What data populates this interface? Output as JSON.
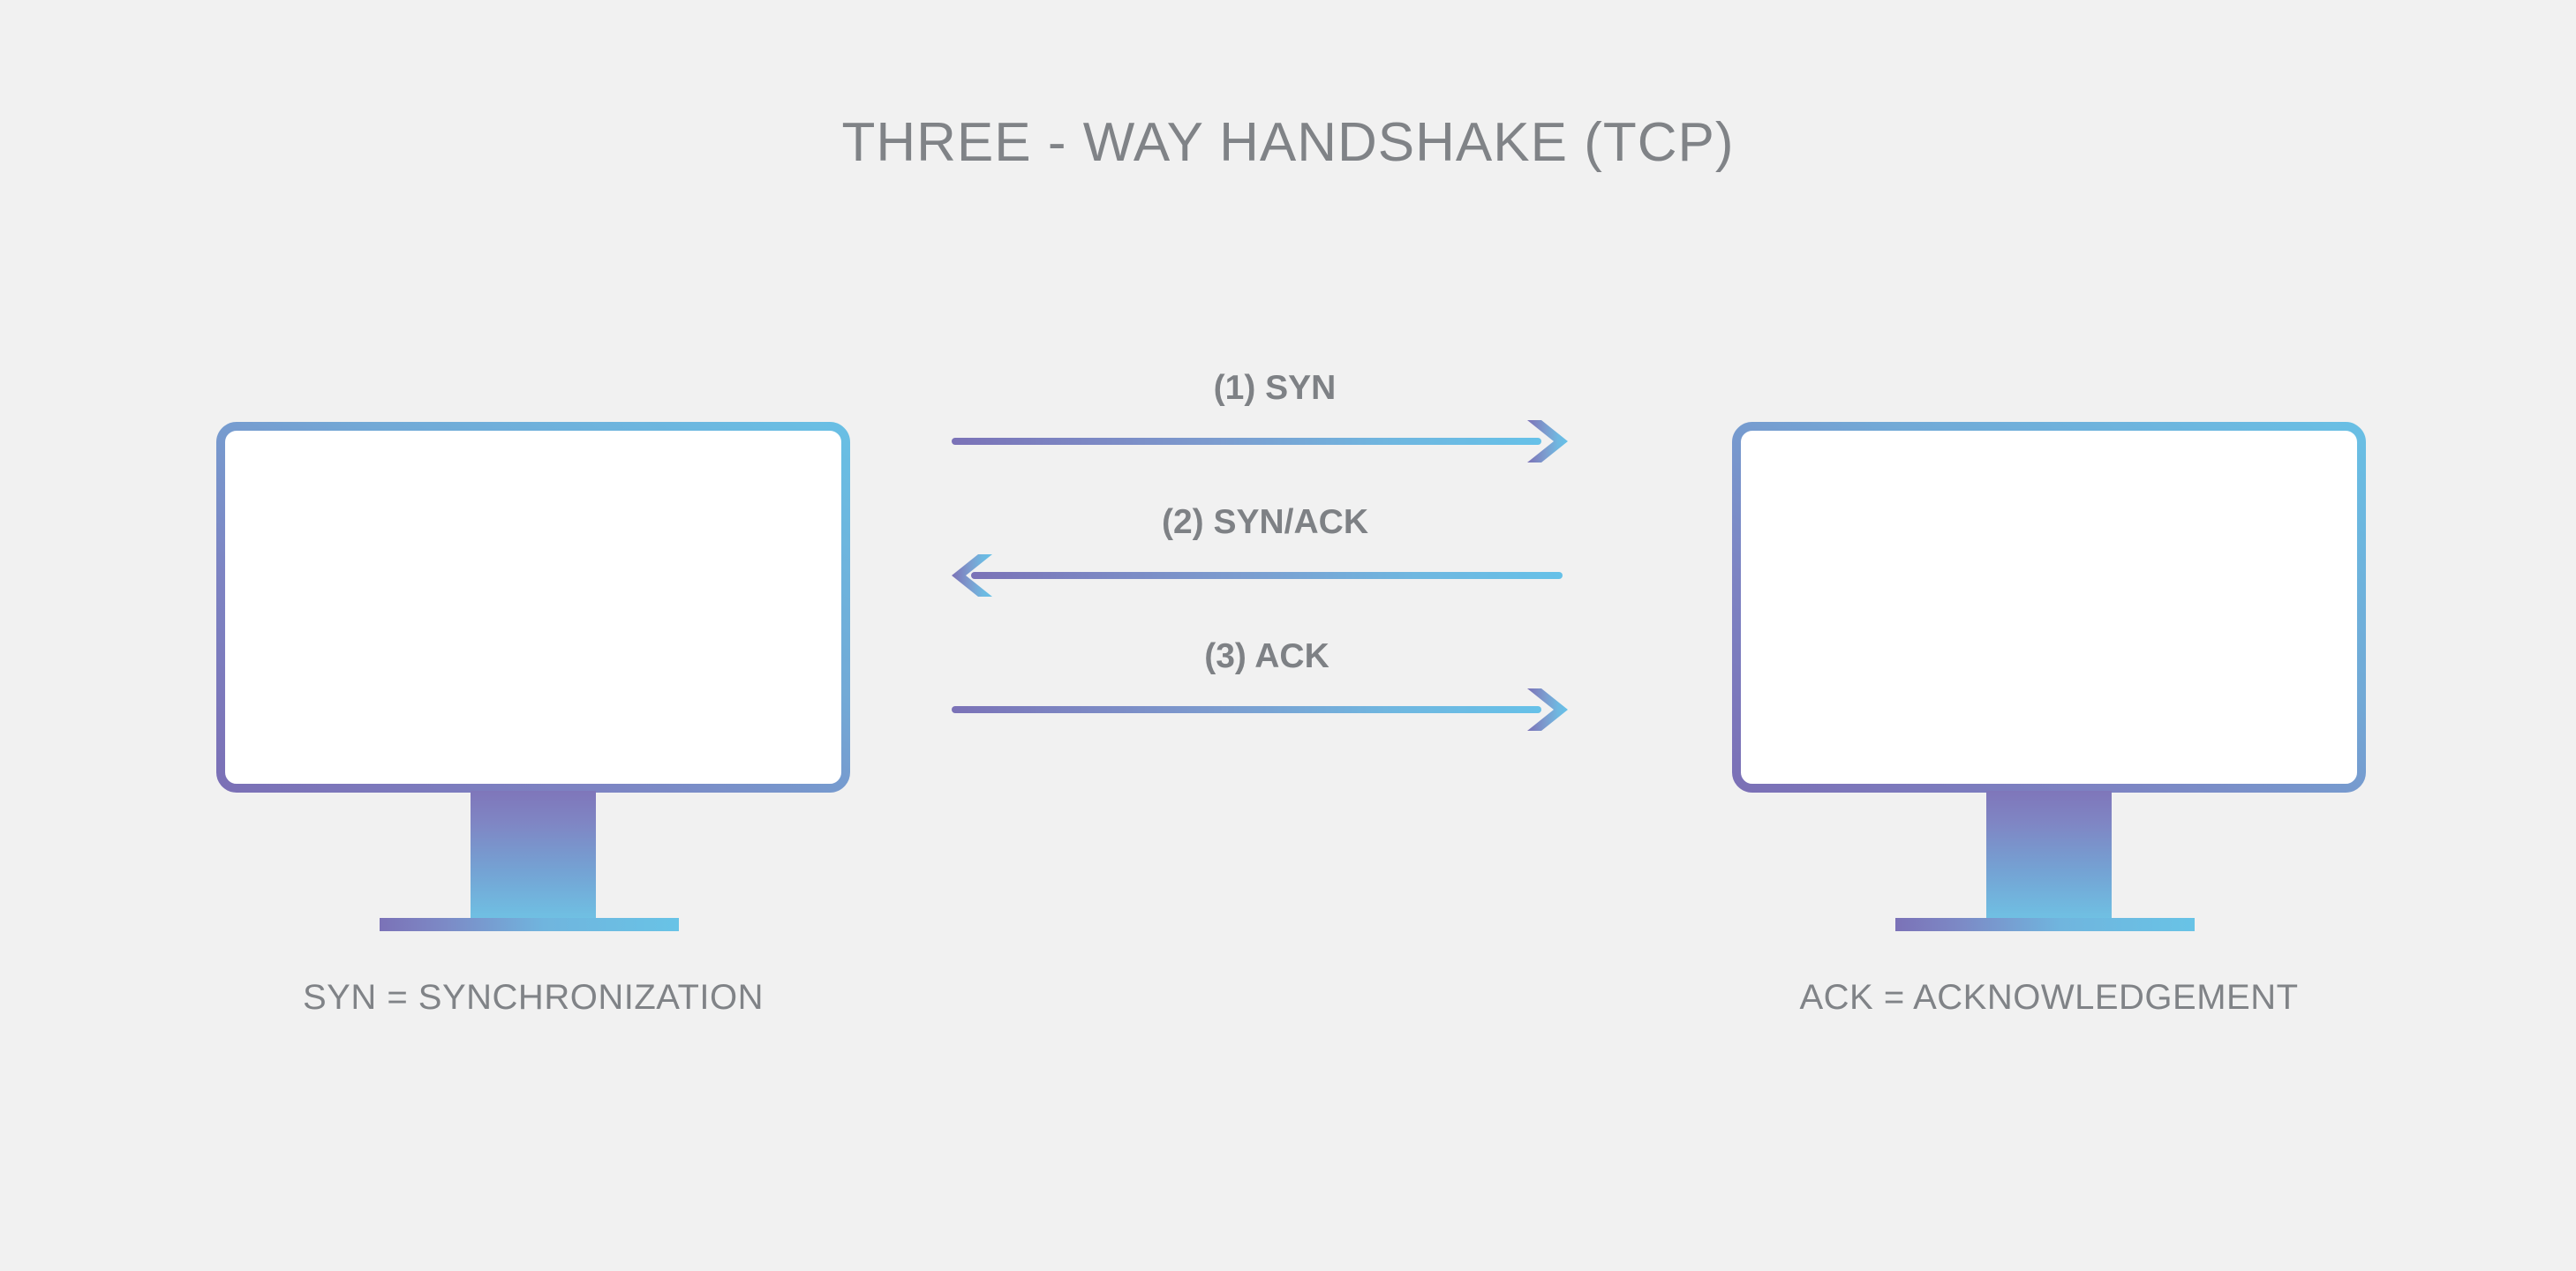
{
  "page": {
    "background_color": "#f1f1f1",
    "title": "THREE - WAY HANDSHAKE (TCP)",
    "title_color": "#808387"
  },
  "devices": [
    {
      "id": "client",
      "name": "client-computer",
      "caption": "SYN = SYNCHRONIZATION",
      "screen_fill": "#ffffff"
    },
    {
      "id": "server",
      "name": "server-computer",
      "caption": "ACK = ACKNOWLEDGEMENT",
      "screen_fill": "#ffffff"
    }
  ],
  "messages": [
    {
      "step": 1,
      "label": "(1) SYN",
      "direction": "left-to-right",
      "from": "client",
      "to": "server"
    },
    {
      "step": 2,
      "label": "(2) SYN/ACK",
      "direction": "right-to-left",
      "from": "server",
      "to": "client"
    },
    {
      "step": 3,
      "label": "(3) ACK",
      "direction": "left-to-right",
      "from": "client",
      "to": "server"
    }
  ],
  "colors": {
    "gradient_purple": "#7b72b7",
    "gradient_blue": "#66c1e8",
    "frame_top_left": "#7b8cc8",
    "frame_top_right": "#6bb4dd",
    "frame_bottom_left": "#7b74b8",
    "text_gray": "#808387",
    "label_gray": "#7e8185"
  }
}
